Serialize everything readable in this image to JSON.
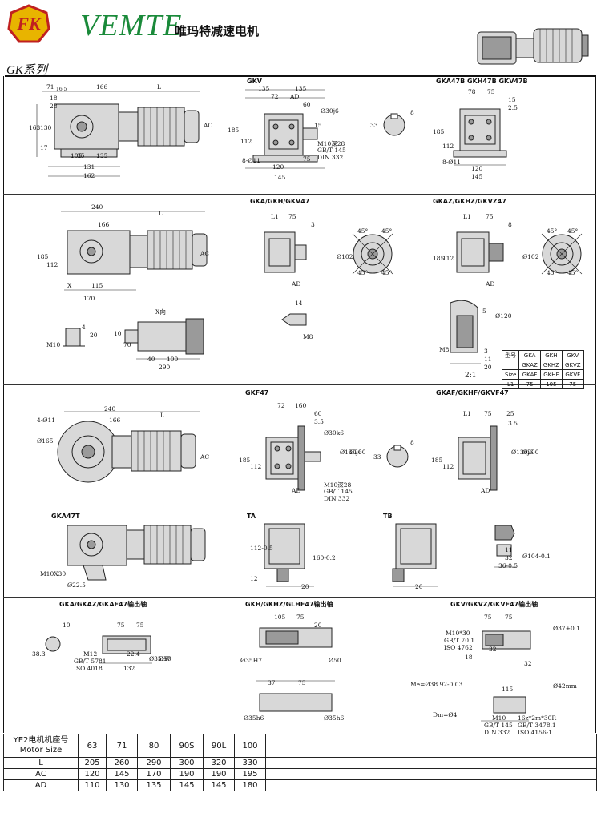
{
  "header": {
    "logo_text": "FK",
    "brand": "VEMTE",
    "brand_cn": "唯玛特减速电机",
    "series": "GK系列"
  },
  "panel1": {
    "title_mid": "GKV",
    "title_right": "GKA47B GKH47B GKV47B",
    "left_dims": [
      "71",
      "16.5",
      "166",
      "L",
      "18",
      "28",
      "163",
      "130",
      "17",
      "35",
      "131",
      "162",
      "AC",
      "135",
      "105"
    ],
    "mid_dims": [
      "135",
      "135",
      "72",
      "AD",
      "60",
      "Ø30j6",
      "185",
      "112",
      "8-Ø11",
      "145",
      "120",
      "75",
      "15",
      "M10深28",
      "GB/T 145",
      "DIN 332"
    ],
    "key_dims": [
      "8",
      "33"
    ],
    "right_dims": [
      "78",
      "75",
      "15",
      "2.5",
      "185",
      "112",
      "8-Ø11",
      "120",
      "145"
    ]
  },
  "panel2": {
    "title_mid": "GKA/GKH/GKV47",
    "title_right": "GKAZ/GKHZ/GKVZ47",
    "left_dims": [
      "240",
      "166",
      "L",
      "185",
      "112",
      "AC",
      "X",
      "115",
      "170",
      "X向",
      "M10",
      "4",
      "20",
      "10",
      "70",
      "40",
      "100",
      "290"
    ],
    "mid_dims": [
      "L1",
      "75",
      "3",
      "AD",
      "45°",
      "45°",
      "45°",
      "45°",
      "Ø102",
      "14",
      "M8"
    ],
    "right_dims": [
      "L1",
      "75",
      "8",
      "112",
      "185",
      "AD",
      "45°",
      "45°",
      "45°",
      "45°",
      "Ø102",
      "5",
      "Ø120",
      "M8",
      "3",
      "11",
      "20",
      "2:1"
    ],
    "spec_table": {
      "rows": [
        [
          "型号",
          "GKA",
          "GKH",
          "GKV"
        ],
        [
          "",
          "GKAZ",
          "GKHZ",
          "GKVZ"
        ],
        [
          "Size",
          "GKAF",
          "GKHF",
          "GKVF"
        ],
        [
          "L1",
          "75",
          "105",
          "75"
        ]
      ]
    }
  },
  "panel3": {
    "title_mid": "GKF47",
    "title_right": "GKAF/GKHF/GKVF47",
    "left_dims": [
      "240",
      "166",
      "L",
      "4-Ø11",
      "Ø165",
      "AC"
    ],
    "mid_dims": [
      "72",
      "160",
      "60",
      "3.5",
      "185",
      "112",
      "Ø130j6",
      "Ø200",
      "Ø30k6",
      "AD",
      "M10深28",
      "GB/T 145",
      "DIN 332",
      "8",
      "33"
    ],
    "right_dims": [
      "L1",
      "75",
      "25",
      "3.5",
      "185",
      "112",
      "Ø130j6",
      "Ø200",
      "AD"
    ]
  },
  "panel4": {
    "title_left": "GKA47T",
    "title_ta": "TA",
    "title_tb": "TB",
    "left_dims": [
      "M10X30",
      "Ø22.5"
    ],
    "ta_dims": [
      "112-0.5",
      "160-0.2",
      "12",
      "20"
    ],
    "tb_dims": [
      "11",
      "32",
      "36-0.5",
      "Ø104-0.1",
      "20"
    ]
  },
  "panel5": {
    "title_left": "GKA/GKAZ/GKAF47输出轴",
    "title_mid": "GKH/GKHZ/GLHF47输出轴",
    "title_right": "GKV/GKVZ/GKVF47输出轴",
    "left_dims": [
      "10",
      "75",
      "75",
      "38.3",
      "M12",
      "GB/T 5781",
      "ISO 4018",
      "22.4",
      "132",
      "Ø35H7",
      "Ø50"
    ],
    "mid_dims": [
      "105",
      "75",
      "20",
      "Ø35H7",
      "Ø50",
      "37",
      "75",
      "Ø35h6",
      "Ø35h6"
    ],
    "right_dims": [
      "75",
      "75",
      "M10*30",
      "GB/T 70.1",
      "ISO 4762",
      "32",
      "Ø37+0.1",
      "18",
      "32",
      "Me=Ø38.92-0.03",
      "115",
      "Dm=Ø4",
      "M10",
      "GB/T 145",
      "DIN 332",
      "16z*2m*30R",
      "GB/T 3478.1",
      "ISO 4156-1",
      "Ø42mm"
    ]
  },
  "motor_table": {
    "header_label": "YE2电机机座号",
    "header_label_en": "Motor Size",
    "sizes": [
      "63",
      "71",
      "80",
      "90S",
      "90L",
      "100"
    ],
    "rows": [
      {
        "label": "L",
        "values": [
          "205",
          "260",
          "290",
          "300",
          "320",
          "330"
        ]
      },
      {
        "label": "AC",
        "values": [
          "120",
          "145",
          "170",
          "190",
          "190",
          "195"
        ]
      },
      {
        "label": "AD",
        "values": [
          "110",
          "130",
          "135",
          "145",
          "145",
          "180"
        ]
      }
    ]
  }
}
